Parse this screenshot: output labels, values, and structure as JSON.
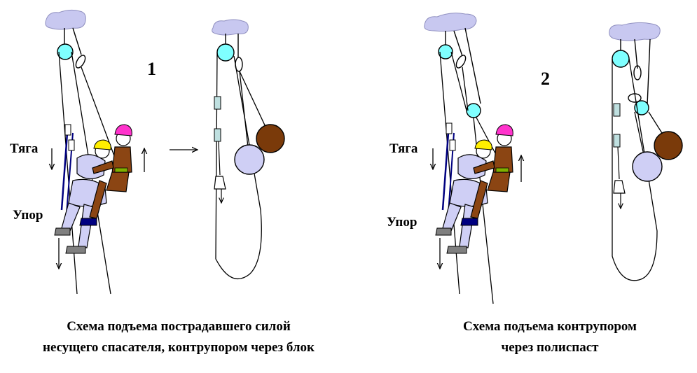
{
  "scheme1": {
    "number": "1",
    "label_pull": "Тяга",
    "label_brace": "Упор",
    "caption_line1": "Схема подъема пострадавшего  силой",
    "caption_line2": "несущего  спасателя,  контрупором  через  блок"
  },
  "scheme2": {
    "number": "2",
    "label_pull": "Тяга",
    "label_brace": "Упор",
    "caption_line1": "Схема  подъема  контрупором",
    "caption_line2": "через  полиспаст"
  },
  "colors": {
    "anchor": "#c8c8f0",
    "pulley": "#7fffff",
    "rescuer_suit": "#cfcff5",
    "victim_suit": "#8b4513",
    "weight_light": "#cfcff5",
    "weight_dark": "#7a3a0a",
    "rope": "#000000",
    "helmet_pink": "#ff33cc",
    "helmet_yellow": "#ffee00",
    "blue_rope": "#000080"
  }
}
